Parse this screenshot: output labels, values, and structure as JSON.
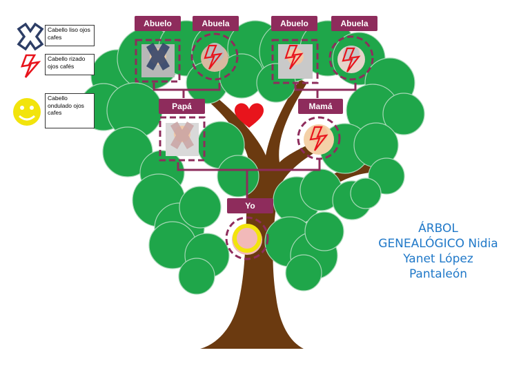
{
  "labels": {
    "abuelo_left": "Abuelo",
    "abuela_left": "Abuela",
    "abuelo_right": "Abuelo",
    "abuela_right": "Abuela",
    "papa": "Papá",
    "mama": "Mamá",
    "yo": "Yo"
  },
  "legend": {
    "straight": "Cabello liso ojos cafes",
    "curly": "Cabello rizado ojos cafés",
    "wavy": "Cabello ondulado ojos cafes"
  },
  "title": {
    "line1": "ÁRBOL",
    "line2": "GENEALÓGICO Nidia",
    "line3": "Yanet López",
    "line4": "Pantaleón"
  },
  "colors": {
    "foliage": "#1fa64a",
    "trunk": "#6b3a10",
    "label_bg": "#8e2c5c",
    "frame": "#8e2c5c",
    "title": "#1f78c8",
    "heart": "#e8141c",
    "straight_mark": "#2d3e66",
    "curly_mark": "#e8141c",
    "wavy_mark": "#f2e40c"
  },
  "icons": [
    "straight-hair-x-icon",
    "curly-hair-lightning-icon",
    "wavy-hair-smiley-icon",
    "heart-icon"
  ]
}
